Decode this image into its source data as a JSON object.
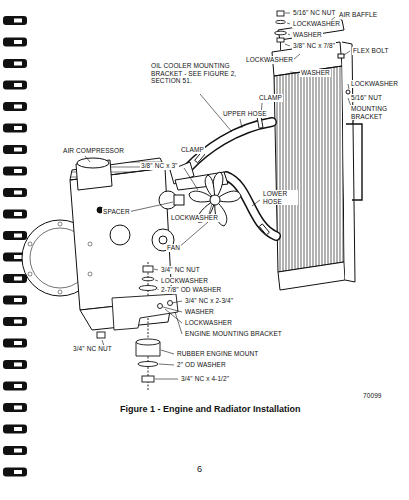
{
  "diagram": {
    "caption": "Figure 1 - Engine and Radiator Installation",
    "labels": [
      "5/16\" NC NUT",
      "AIR BAFFLE",
      "LOCKWASHER",
      "WASHER",
      "3/8\" NC x 7/8\"",
      "FLEX BOLT",
      "LOCKWASHER",
      "WASHER",
      "OIL COOLER MOUNTING BRACKET - SEE FIGURE 2, SECTION 51.",
      "LOCKWASHER",
      "CLAMP",
      "5/16\" NUT",
      "MOUNTING BRACKET",
      "UPPER HOSE",
      "CLAMP",
      "AIR COMPRESSOR",
      "3/8\" NC x 3\"",
      "LOWER HOSE",
      "LOCKWASHER",
      "SPACER",
      "FAN",
      "3/4\" NC NUT",
      "LOCKWASHER",
      "2-7/8\" OD WASHER",
      "3/4\" NC x 2-3/4\"",
      "WASHER",
      "LOCKWASHER",
      "ENGINE MOUNTING BRACKET",
      "3/4\" NC NUT",
      "RUBBER ENGINE MOUNT",
      "2\" OD WASHER",
      "3/4\" NC x 4-1/2\"",
      "70099",
      "6"
    ]
  }
}
